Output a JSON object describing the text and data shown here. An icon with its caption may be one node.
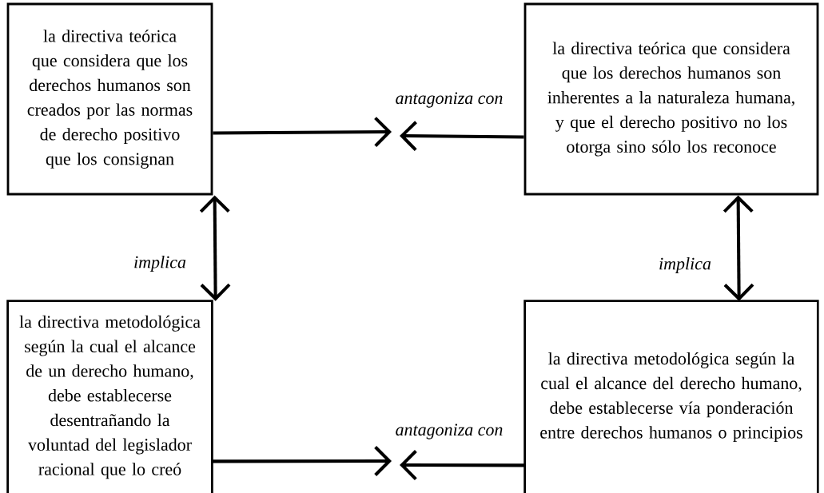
{
  "diagram": {
    "nodes": [
      {
        "text": [
          "la directiva teórica que considera que los derechos humanos son creados por las normas de derecho positivo que los consignan"
        ]
      },
      {
        "text": [
          "la directiva teórica que considera que los derechos humanos son inherentes a la naturaleza humana, y que el derecho positivo no los otorga sino sólo los reconoce"
        ]
      },
      {
        "text": [
          "la directiva metodológica según la cual el alcance de un derecho humano, debe establecerse desentrañando la voluntad del legislador racional que lo creó"
        ]
      },
      {
        "text": [
          "la directiva metodológica según la cual el alcance del derecho humano, debe establecerse vía ponderación entre derechos humanos o principios"
        ]
      }
    ],
    "edges": [
      {
        "from": 0,
        "to": null,
        "arrow": "to"
      },
      {
        "from": 1,
        "to": null,
        "arrow": "to"
      },
      {
        "from": 0,
        "to": 2,
        "arrow": "both",
        "label": "implica"
      },
      {
        "from": 1,
        "to": 3,
        "arrow": "both",
        "label": "implica"
      },
      {
        "from": 2,
        "to": null,
        "arrow": "to"
      },
      {
        "from": 3,
        "to": null,
        "arrow": "to"
      }
    ],
    "labels": [
      "antagoniza con",
      "antagoniza con"
    ]
  }
}
